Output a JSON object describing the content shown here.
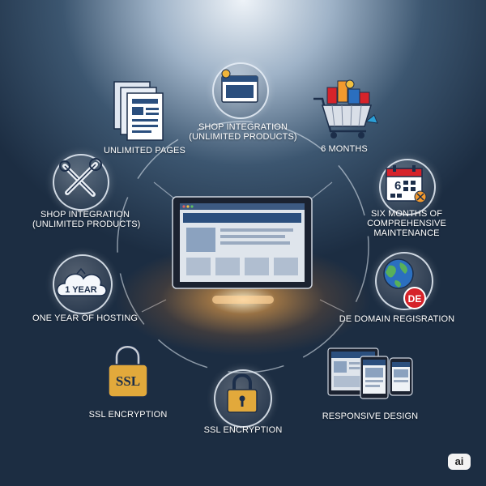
{
  "features": {
    "unlimited_pages": "UNLIMITED PAGES",
    "shop_integration_top_line1": "SHOP INTEGRATION",
    "shop_integration_top_line2": "(UNLIMITED PRODUCTS)",
    "six_months": "6 MONTHS",
    "shop_integration_left_line1": "SHOP INTEGRATION",
    "shop_integration_left_line2": "(UNLIMITED PRODUCTS)",
    "maintenance_line1": "SIX MONTHS OF",
    "maintenance_line2": "COMPREHENSIVE",
    "maintenance_line3": "MAINTENANCE",
    "hosting": "ONE YEAR OF HOSTING",
    "domain": "DE DOMAIN REGISRATION",
    "ssl_left": "SSL ENCRYPTION",
    "ssl_center": "SSL ENCRYPTION",
    "responsive": "RESPONSIVE DESIGN"
  },
  "icons": {
    "cloud_text": "1 YEAR",
    "ssl_lock_text": "SSL",
    "calendar_number": "6",
    "domain_badge": "DE"
  },
  "badge": {
    "ai": "ai"
  },
  "colors": {
    "accent_orange": "#f29a2e",
    "flag_red": "#d6232a",
    "lock_gold": "#e2a93b",
    "screen_blue": "#2b4f7e"
  }
}
